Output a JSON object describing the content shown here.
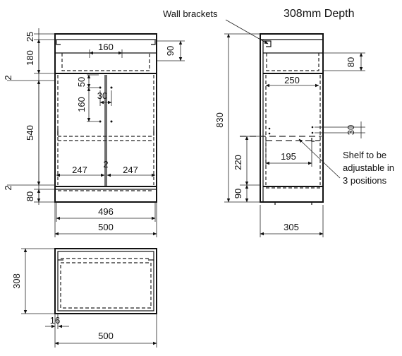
{
  "annotations": {
    "wall_brackets": "Wall brackets",
    "depth_title": "308mm Depth",
    "shelf_note_line1": "Shelf to be",
    "shelf_note_line2": "adjustable in",
    "shelf_note_line3": "3 positions"
  },
  "front_view": {
    "top_panel": "25",
    "drawer_height": "180",
    "gap_top": "2",
    "door_height": "540",
    "gap_bottom": "2",
    "plinth": "80",
    "handle_width": "160",
    "drawer_inner": "90",
    "handle_offset": "50",
    "handle_spacing": "30",
    "handle_length": "160",
    "door_left": "247",
    "door_gap": "2",
    "door_right": "247",
    "inner_width": "496",
    "overall_width": "500"
  },
  "side_view": {
    "overall_height": "830",
    "drawer_inner": "80",
    "drawer_depth": "250",
    "shelf_hole_spacing": "30",
    "shelf_depth": "195",
    "shelf_height": "220",
    "base_height": "90",
    "overall_depth": "305"
  },
  "plan_view": {
    "depth": "308",
    "side_thickness": "16",
    "width": "500"
  }
}
